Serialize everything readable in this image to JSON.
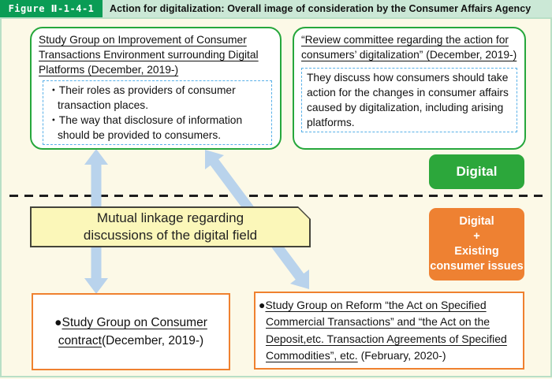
{
  "header": {
    "figure_label": "Figure Ⅱ-1-4-1",
    "title": "Action for digitalization: Overall image of consideration by the Consumer Affairs Agency"
  },
  "top_left_box": {
    "title": "Study Group on Improvement of Consumer Transactions Environment surrounding Digital Platforms (December, 2019-)",
    "bullets": [
      "・Their roles as providers of consumer transaction places.",
      "・The way that disclosure of information should be provided to consumers."
    ]
  },
  "top_right_box": {
    "title": "“Review committee regarding the action for consumers’ digitalization” (December, 2019-)",
    "body": "They discuss how consumers should take action for the changes in consumer affairs caused by digitalization, including arising platforms."
  },
  "labels": {
    "digital": "Digital",
    "digital_plus": [
      "Digital",
      "+",
      "Existing",
      "consumer issues"
    ]
  },
  "mutual_linkage": {
    "text": "Mutual linkage regarding discussions of the digital field"
  },
  "bottom_left_box": {
    "bullet": "●",
    "underlined": "Study Group on Consumer contract",
    "date": "(December, 2019-)"
  },
  "bottom_right_box": {
    "bullet": "●",
    "underlined": "Study Group on Reform “the Act on Specified Commercial Transactions” and “the Act on the Deposit,etc. Transaction Agreements of Specified Commodities”, etc.",
    "date": " (February, 2020-)"
  },
  "colors": {
    "figure_label_bg": "#0a9c55",
    "header_bar_bg": "#cbe8d6",
    "body_bg": "#fcf9e7",
    "body_frame": "#b9dfc6",
    "green_border": "#26a73c",
    "dashed_inner_border": "#58b0e8",
    "digital_tag_bg": "#2ca73b",
    "combo_tag_bg": "#ee8132",
    "note_bg": "#fbf7b9",
    "arrow_blue": "#b9d3ec",
    "bottom_box_border": "#ef812f"
  }
}
